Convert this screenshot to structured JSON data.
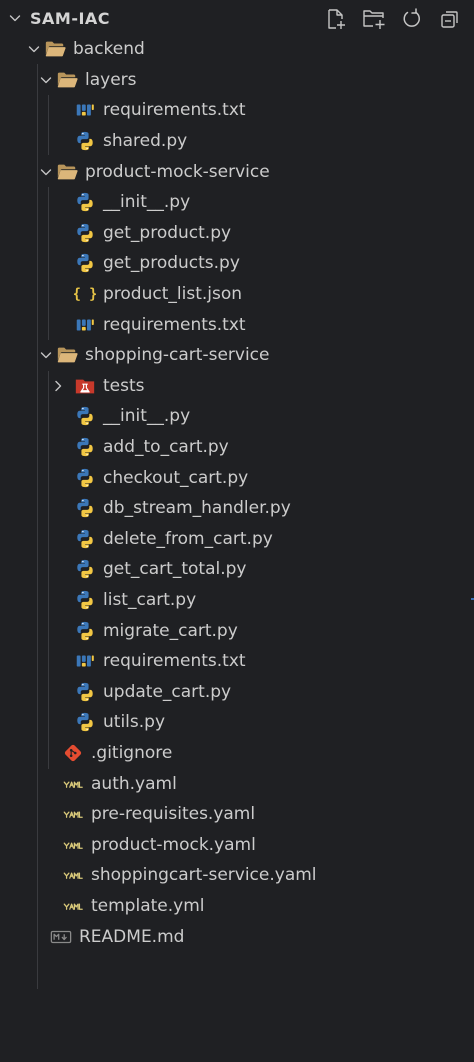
{
  "explorer": {
    "title": "SAM-IAC",
    "actions": [
      {
        "name": "new-file-button",
        "icon": "new-file-icon"
      },
      {
        "name": "new-folder-button",
        "icon": "new-folder-icon"
      },
      {
        "name": "refresh-button",
        "icon": "refresh-icon"
      },
      {
        "name": "collapse-all-button",
        "icon": "collapse-all-icon"
      }
    ]
  },
  "tree": {
    "backend": "backend",
    "layers": "layers",
    "layers_requirements": "requirements.txt",
    "layers_shared": "shared.py",
    "product_mock_service": "product-mock-service",
    "pms_init": "__init__.py",
    "pms_get_product": "get_product.py",
    "pms_get_products": "get_products.py",
    "pms_product_list": "product_list.json",
    "pms_requirements": "requirements.txt",
    "shopping_cart_service": "shopping-cart-service",
    "scs_tests": "tests",
    "scs_init": "__init__.py",
    "scs_add_to_cart": "add_to_cart.py",
    "scs_checkout_cart": "checkout_cart.py",
    "scs_db_stream_handler": "db_stream_handler.py",
    "scs_delete_from_cart": "delete_from_cart.py",
    "scs_get_cart_total": "get_cart_total.py",
    "scs_list_cart": "list_cart.py",
    "scs_migrate_cart": "migrate_cart.py",
    "scs_requirements": "requirements.txt",
    "scs_update_cart": "update_cart.py",
    "scs_utils": "utils.py",
    "gitignore": ".gitignore",
    "auth_yaml": "auth.yaml",
    "pre_requisites_yaml": "pre-requisites.yaml",
    "product_mock_yaml": "product-mock.yaml",
    "shoppingcart_service_yaml": "shoppingcart-service.yaml",
    "template_yml": "template.yml",
    "readme": "README.md"
  },
  "colors": {
    "background": "#1f2023",
    "text": "#cccccc",
    "folder": "#dcb67a",
    "python_blue": "#3b77b8",
    "python_yellow": "#f2c744",
    "json": "#e8c547",
    "yaml": "#d9c97a",
    "git": "#e44c31",
    "tests": "#d33a2c"
  }
}
